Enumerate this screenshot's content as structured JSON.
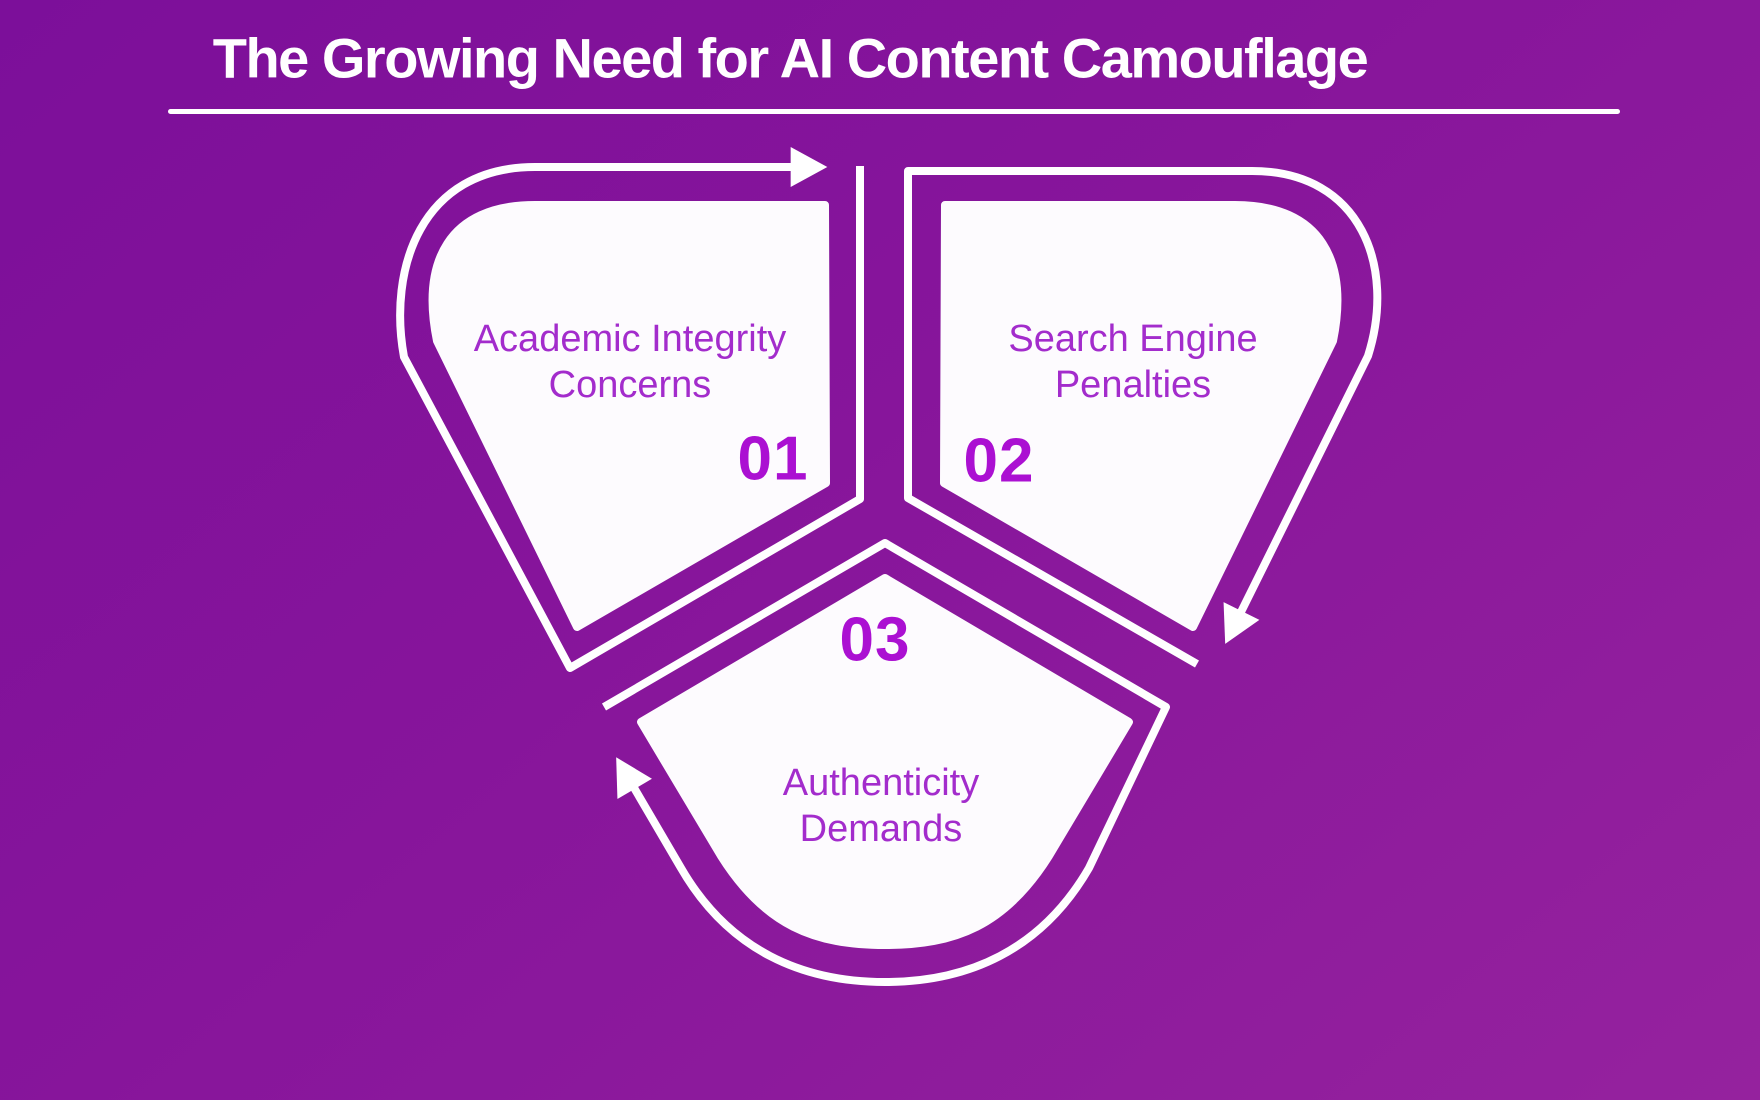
{
  "title": {
    "text": "The Growing Need for AI Content Camouflage"
  },
  "colors": {
    "background_start": "#7c0f9a",
    "background_mid": "#87159b",
    "background_end": "#95229e",
    "segment_fill": "#fdfbfe",
    "line": "#ffffff",
    "title_color": "#ffffff",
    "label": "#a32ccc",
    "number": "#ab10d2"
  },
  "segments": [
    {
      "number": "01",
      "label": "Academic Integrity\nConcerns"
    },
    {
      "number": "02",
      "label": "Search Engine\nPenalties"
    },
    {
      "number": "03",
      "label": "Authenticity\nDemands"
    }
  ],
  "icons": [
    {
      "name": "cycle-arrow-top-icon",
      "meaning": "clockwise flow from step 01 to 02"
    },
    {
      "name": "cycle-arrow-right-icon",
      "meaning": "clockwise flow from step 02 to 03"
    },
    {
      "name": "cycle-arrow-left-icon",
      "meaning": "clockwise flow from step 03 to 01"
    }
  ]
}
